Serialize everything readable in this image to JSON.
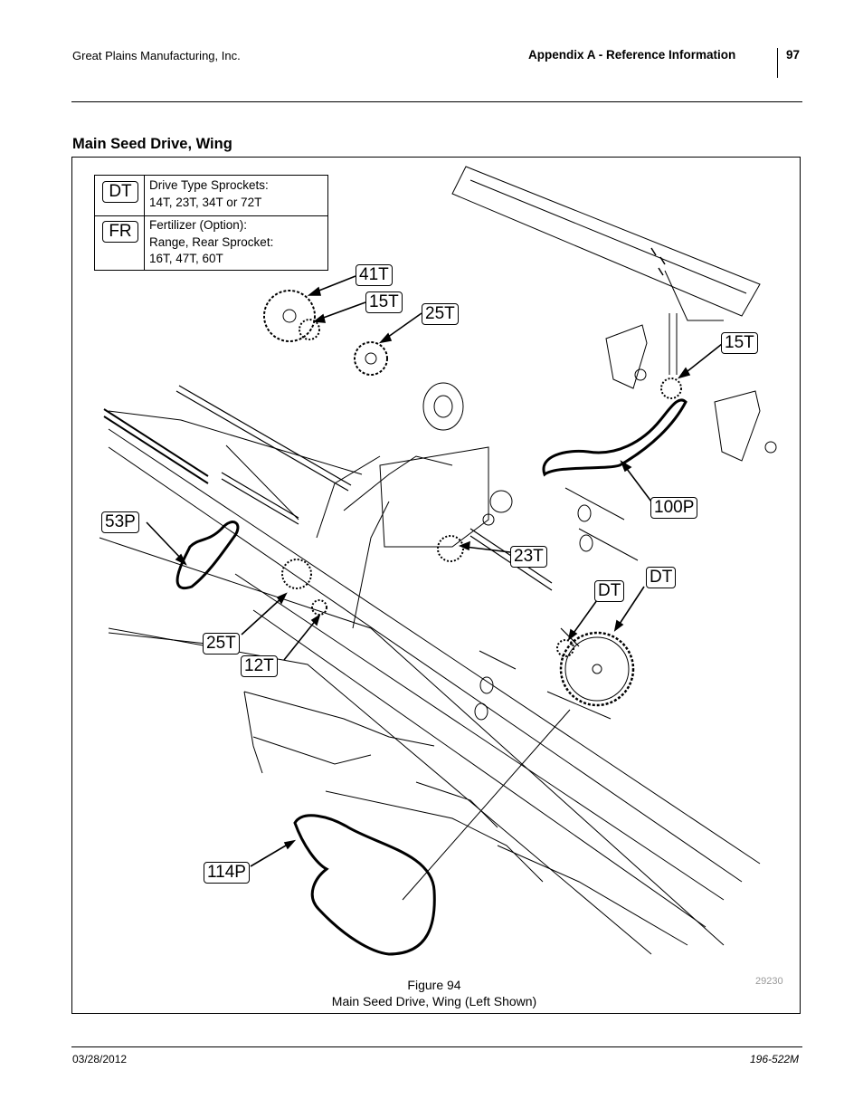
{
  "header": {
    "company": "Great Plains Manufacturing, Inc.",
    "section": "Appendix A - Reference Information",
    "page_number": "97"
  },
  "section_title": "Main Seed Drive, Wing",
  "legend": [
    {
      "code": "DT",
      "text": "Drive Type Sprockets:\n14T, 23T, 34T or 72T"
    },
    {
      "code": "FR",
      "text": "Fertilizer (Option):\nRange, Rear Sprocket:\n16T, 47T, 60T"
    }
  ],
  "callouts": {
    "c41t": "41T",
    "c15t_top": "15T",
    "c25t_top": "25T",
    "c15t_right": "15T",
    "c100p": "100P",
    "c53p": "53P",
    "c23t": "23T",
    "c_dt_a": "DT",
    "c_dt_b": "DT",
    "c25t_left": "25T",
    "c12t": "12T",
    "c114p": "114P"
  },
  "figure": {
    "caption_line1": "Figure 94",
    "caption_line2": "Main Seed Drive, Wing (Left Shown)",
    "drawing_number": "29230"
  },
  "footer": {
    "date": "03/28/2012",
    "doc_number": "196-522M"
  }
}
